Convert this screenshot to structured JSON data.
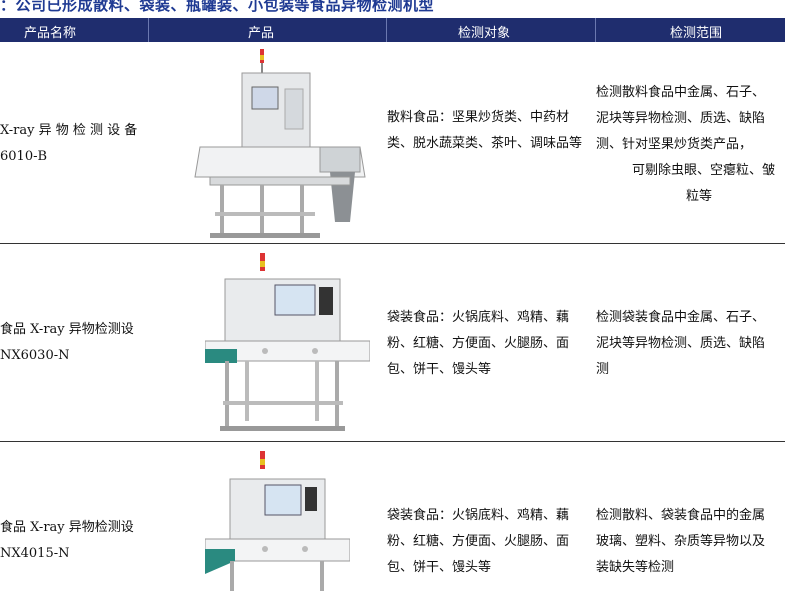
{
  "caption": "：公司已形成散料、袋装、瓶罐装、小包装等食品异物检测机型",
  "header": {
    "col1": "产品名称",
    "col2": "产品",
    "col3": "检测对象",
    "col4": "检测范围"
  },
  "rows": [
    {
      "name_line1": "X-ray  异 物 检 测 设 备",
      "name_line2": "6010-B",
      "object": "散料食品：坚果炒货类、中药材类、脱水蔬菜类、茶叶、调味品等",
      "range_lines": [
        "检测散料食品中金属、石子、",
        "泥块等异物检测、质选、缺陷",
        "测、针对坚果炒货类产品，",
        "可剔除虫眼、空瘪粒、皱",
        "粒等"
      ]
    },
    {
      "name_line1": "食品  X-ray  异物检测设",
      "name_line2": "NX6030-N",
      "object": "袋装食品：火锅底料、鸡精、藕粉、红糖、方便面、火腿肠、面包、饼干、馒头等",
      "range_lines": [
        "检测袋装食品中金属、石子、",
        "泥块等异物检测、质选、缺陷",
        "测"
      ]
    },
    {
      "name_line1": "食品  X-ray  异物检测设",
      "name_line2": "NX4015-N",
      "object": "袋装食品：火锅底料、鸡精、藕粉、红糖、方便面、火腿肠、面包、饼干、馒头等",
      "range_lines": [
        "检测散料、袋装食品中的金属",
        "玻璃、塑料、杂质等异物以及",
        "装缺失等检测"
      ]
    }
  ]
}
